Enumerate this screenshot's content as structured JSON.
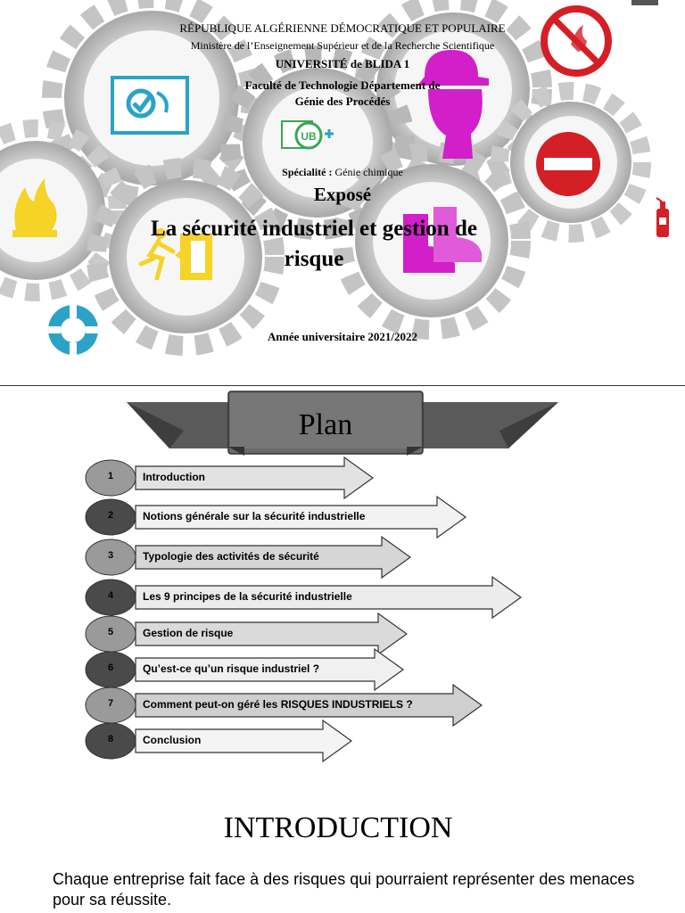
{
  "cover": {
    "country": "RÉPUBLIQUE ALGÉRIENNE DÉMOCRATIQUE ET POPULAIRE",
    "ministry": "Ministère de l’Enseignement Supérieur et de la Recherche Scientifique",
    "university": "UNIVERSITÉ de BLIDA 1",
    "faculty": "Faculté de Technologie Département de",
    "department": "Génie des Procédés",
    "specialty_label": "Spécialité :",
    "specialty_value": "Génie chimique",
    "expose": "Exposé",
    "title": "La sécurité industriel et gestion de risque",
    "year": "Année universitaire 2021/2022",
    "icons": [
      "clipboard-check-icon",
      "worker-helmet-icon",
      "no-fire-icon",
      "no-entry-icon",
      "flammable-icon",
      "emergency-exit-icon",
      "safety-boots-icon",
      "lifebuoy-icon",
      "fire-extinguisher-icon",
      "university-logo-icon"
    ]
  },
  "plan": {
    "title": "Plan",
    "items": [
      {
        "num": "1",
        "label": "Introduction"
      },
      {
        "num": "2",
        "label": "Notions générale sur la sécurité industrielle"
      },
      {
        "num": "3",
        "label": "Typologie des activités de sécurité"
      },
      {
        "num": "4",
        "label": "Les 9 principes de la sécurité industrielle"
      },
      {
        "num": "5",
        "label": "Gestion de risque"
      },
      {
        "num": "6",
        "label": "Qu’est-ce qu’un risque industriel ?"
      },
      {
        "num": "7",
        "label": "Comment peut-on géré les RISQUES INDUSTRIELS ?"
      },
      {
        "num": "8",
        "label": "Conclusion"
      }
    ]
  },
  "introduction": {
    "heading": "INTRODUCTION",
    "text": "Chaque entreprise fait face à des risques qui pourraient représenter des menaces pour sa réussite."
  },
  "colors": {
    "gear": "#bfbfbf",
    "gear_inner": "#e8e8e8",
    "magenta": "#d21fc9",
    "yellow": "#f5d327",
    "red": "#d51f26",
    "teal": "#2aa3c7",
    "ribbon": "#5a5a5a"
  }
}
